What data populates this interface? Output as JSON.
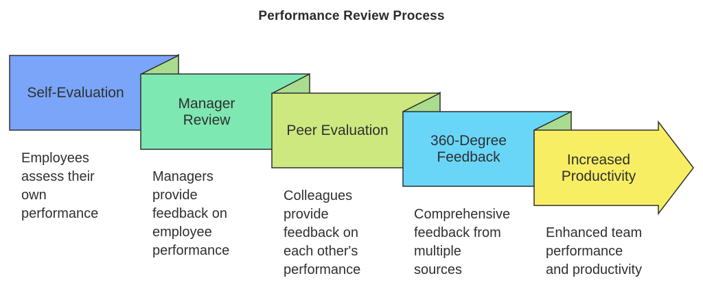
{
  "title": "Performance Review Process",
  "steps": [
    {
      "label": "Self-Evaluation",
      "description": "Employees\nassess their\nown\nperformance",
      "color": "#7aa5f8"
    },
    {
      "label": "Manager\nReview",
      "description": "Managers\nprovide\nfeedback on\nemployee\nperformance",
      "color": "#7ee8b2"
    },
    {
      "label": "Peer Evaluation",
      "description": "Colleagues\nprovide\nfeedback on\neach other's\nperformance",
      "color": "#cde87f"
    },
    {
      "label": "360-Degree\nFeedback",
      "description": "Comprehensive\nfeedback from\nmultiple\nsources",
      "color": "#69d6f8"
    },
    {
      "label": "Increased\nProductivity",
      "description": "Enhanced team\nperformance\nand productivity",
      "color": "#f8ee63"
    }
  ]
}
